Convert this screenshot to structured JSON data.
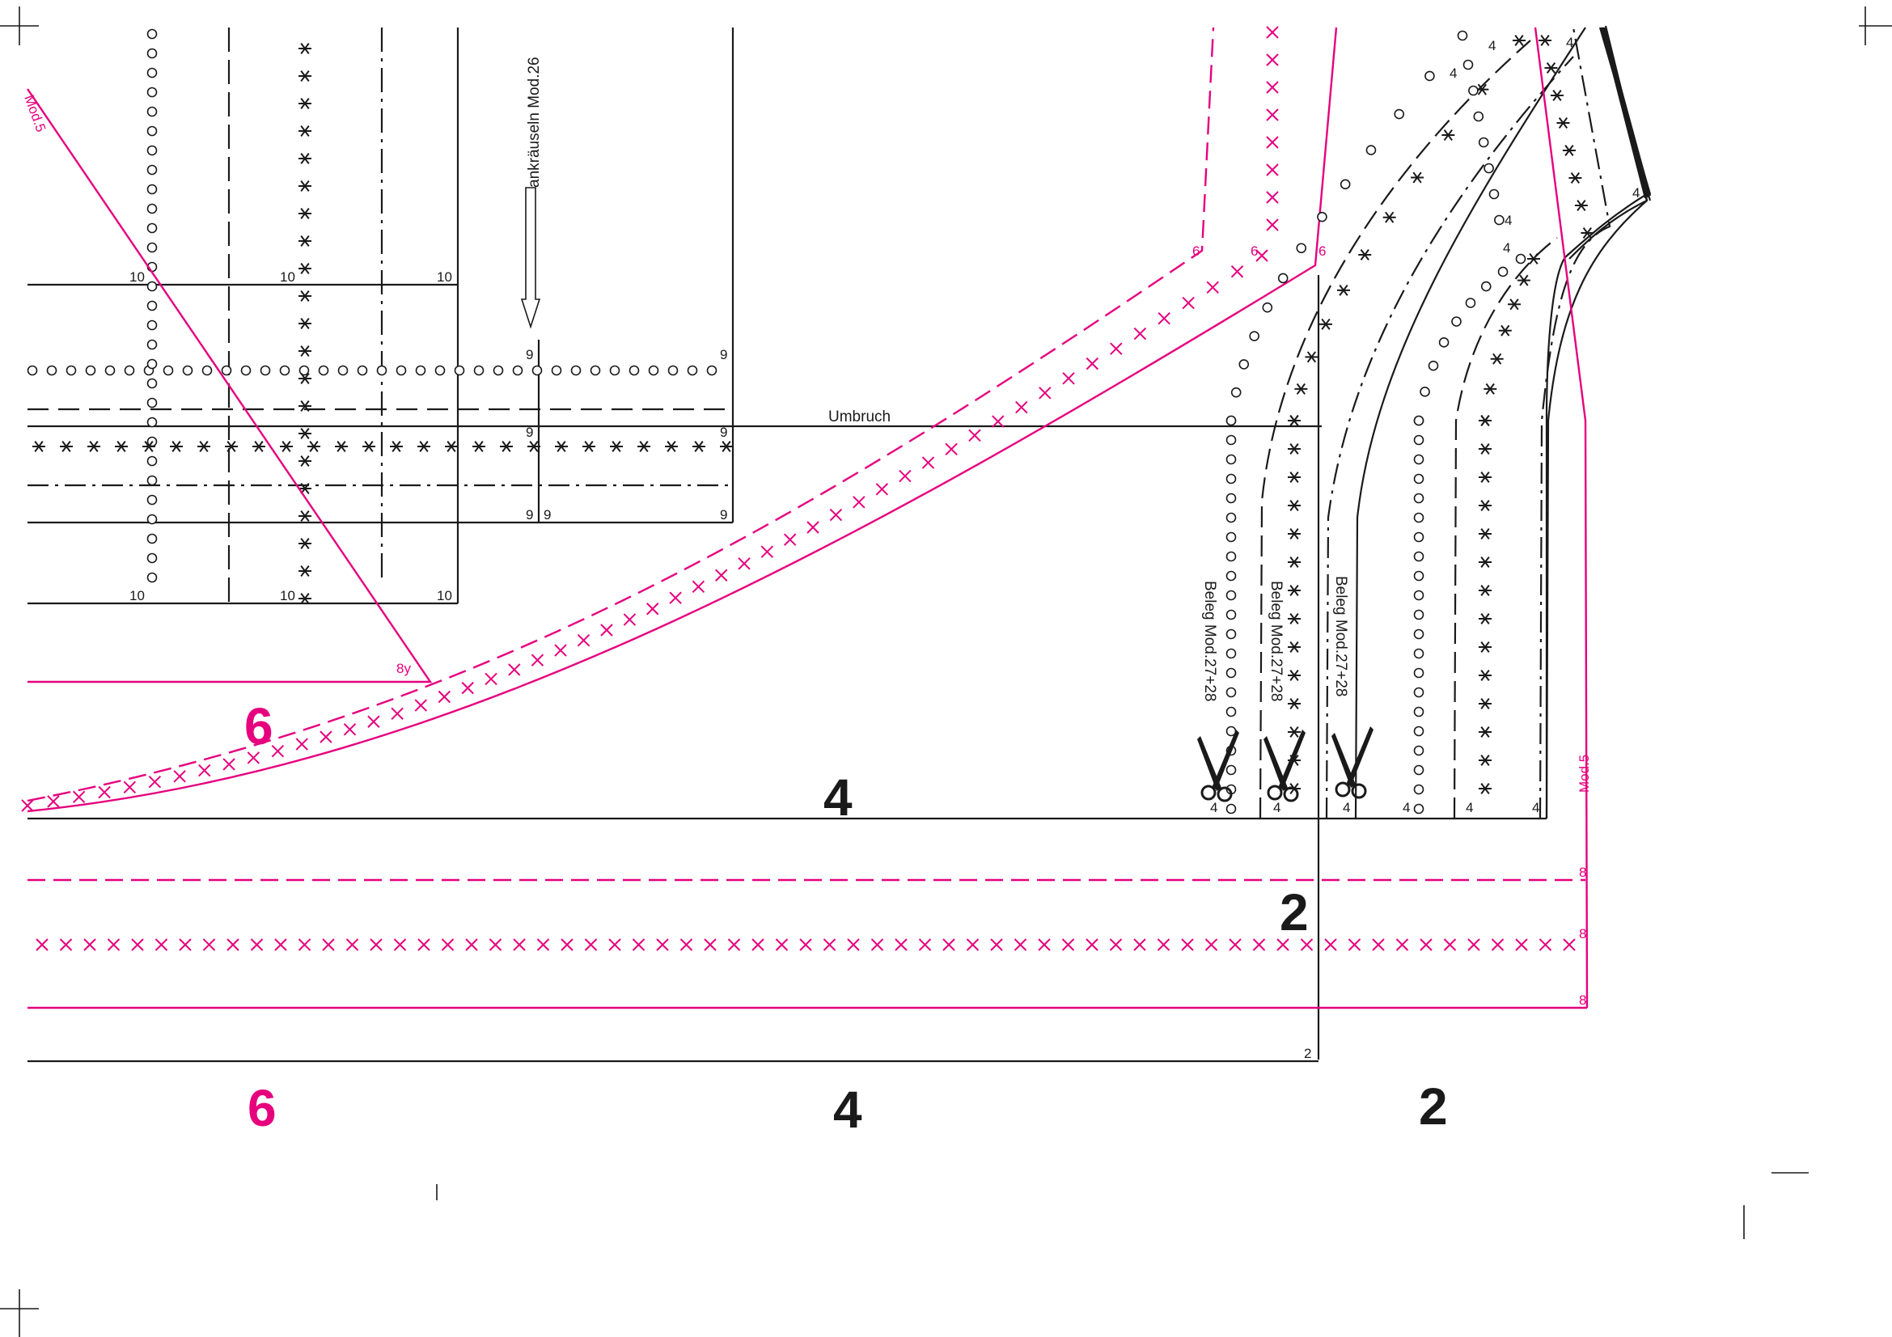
{
  "colors": {
    "line": "#1a1a1a",
    "accent": "#e6007e"
  },
  "labels": {
    "umbruch": "Umbruch",
    "ankraeuseln": "ankräuseln Mod.26",
    "mod5_top": "Mod.5",
    "mod5_right": "Mod.5",
    "beleg_1": "Beleg Mod.27+28",
    "beleg_2": "Beleg Mod.27+28",
    "beleg_3": "Beleg Mod.27+28",
    "size_8y": "8y"
  },
  "big_numbers": {
    "six_upper": "6",
    "four_upper": "4",
    "two_mid": "2",
    "six_lower": "6",
    "four_lower": "4",
    "two_lower": "2"
  },
  "size_marks": {
    "ten": "10",
    "nine": "9",
    "eight": "8",
    "six": "6",
    "four": "4",
    "two": "2"
  },
  "icons": {
    "scissors": "scissors-icon"
  }
}
